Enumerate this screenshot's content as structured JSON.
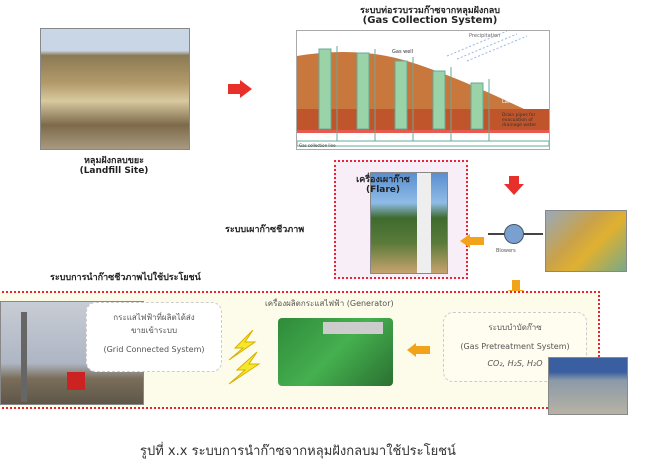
{
  "landfill": {
    "title_th": "หลุมฝังกลบขยะ",
    "title_en": "(Landfill Site)"
  },
  "gas_collection": {
    "title_th": "ระบบท่อรวบรวมก๊าซจากหลุมฝังกลบ",
    "title_en": "(Gas Collection System)",
    "labels": {
      "precipitation": "Precipitation",
      "gas_well": "Gas well",
      "landfill": "Landfill",
      "drain": "Drain pipes for evacuation of drainage water",
      "collection_line": "Gas collection line"
    }
  },
  "flare": {
    "title_th": "เครื่องเผาก๊าซ",
    "title_en": "(Flare)",
    "system_label": "ระบบเผาก๊าซชีวภาพ"
  },
  "blowers": {
    "label": "Blowers"
  },
  "utilization": {
    "title": "ระบบการนำก๊าซชีวภาพไปใช้ประโยชน์",
    "grid": {
      "line1": "กระแสไฟฟ้าที่ผลิตได้ส่ง",
      "line2": "ขายเข้าระบบ",
      "en": "(Grid Connected System)"
    },
    "generator": {
      "label": "เครื่องผลิตกระแสไฟฟ้า (Generator)"
    },
    "pretreatment": {
      "th": "ระบบบำบัดก๊าซ",
      "en": "(Gas Pretreatment System)",
      "chem": "CO₂, H₂S, H₂O"
    }
  },
  "caption": "รูปที่ x.x ระบบการนำก๊าซจากหลุมฝังกลบมาใช้ประโยชน์"
}
